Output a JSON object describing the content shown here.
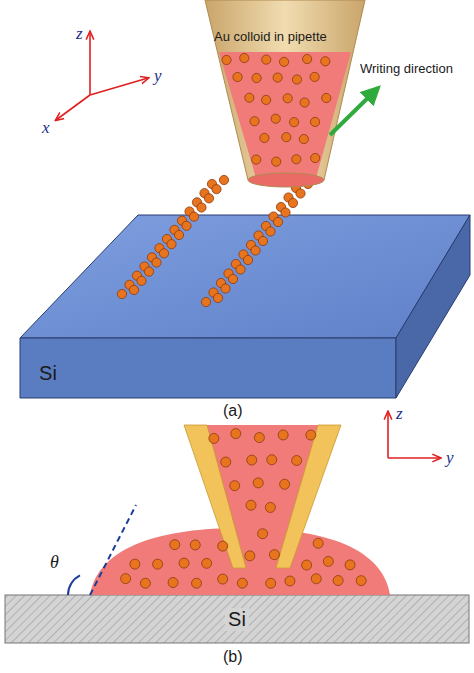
{
  "diagram": {
    "nodes": [
      {
        "text": [
          "Si"
        ]
      },
      {
        "text": [
          "Si"
        ]
      }
    ],
    "labels": [
      "Au colloid in pipette",
      "Writing direction",
      "z",
      "y",
      "x",
      "(a)",
      "θ",
      "z",
      "y",
      "(b)"
    ]
  }
}
